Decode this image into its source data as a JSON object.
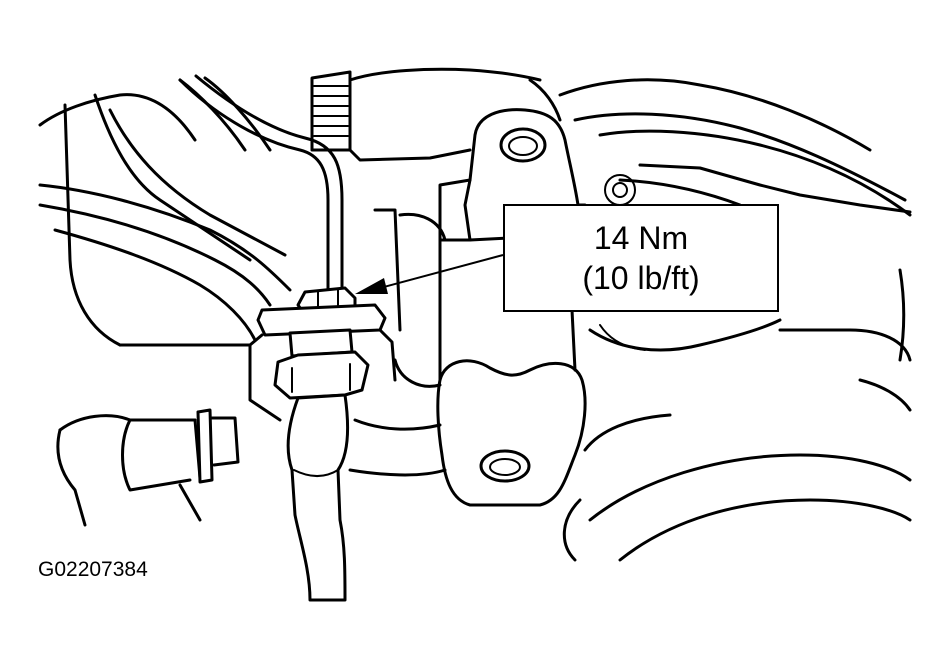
{
  "callout": {
    "torque_metric": "14 Nm",
    "torque_imperial": "(10 lb/ft)"
  },
  "figure_id": "G02207384",
  "colors": {
    "line": "#000000",
    "background": "#ffffff"
  }
}
